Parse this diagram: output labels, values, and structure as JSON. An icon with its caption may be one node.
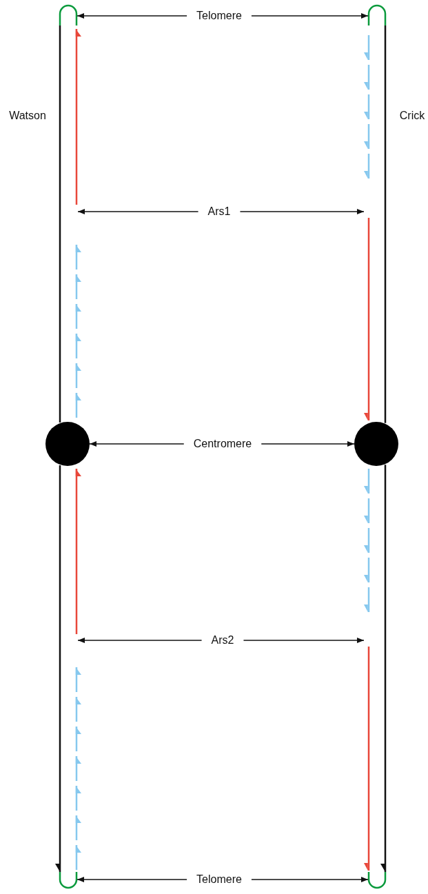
{
  "diagram": {
    "nodes": [
      {
        "text": [
          "Telomere"
        ]
      },
      {
        "text": [],
        "shape": "arc"
      },
      {
        "text": [],
        "shape": "arc"
      },
      {
        "text": [
          "Ars1"
        ]
      },
      {
        "text": [
          "Centromere"
        ]
      },
      {
        "text": [],
        "shape": "circle"
      },
      {
        "text": [],
        "shape": "circle"
      },
      {
        "text": [
          "Ars2"
        ]
      },
      {
        "text": [
          "Telomere"
        ]
      },
      {
        "text": [],
        "shape": "arc"
      },
      {
        "text": [],
        "shape": "arc"
      }
    ],
    "edges": [
      {
        "from": 0,
        "to": 1,
        "arrow": "to"
      },
      {
        "from": 0,
        "to": 2,
        "arrow": "to"
      },
      {
        "from": 3,
        "to": null,
        "arrow": "to"
      },
      {
        "from": 3,
        "to": null,
        "arrow": "to"
      },
      {
        "from": 4,
        "to": 5,
        "arrow": "to"
      },
      {
        "from": 4,
        "to": 6,
        "arrow": "to"
      },
      {
        "from": 7,
        "to": null,
        "arrow": "to"
      },
      {
        "from": 7,
        "to": null,
        "arrow": "to"
      },
      {
        "from": 8,
        "to": 9,
        "arrow": "to"
      },
      {
        "from": 8,
        "to": 10,
        "arrow": "to"
      },
      {
        "from": 1,
        "to": 5,
        "arrow": "none"
      },
      {
        "from": 5,
        "to": 9,
        "arrow": "to"
      },
      {
        "from": 2,
        "to": 6,
        "arrow": "none"
      },
      {
        "from": 6,
        "to": 10,
        "arrow": "to"
      }
    ],
    "labels": [
      "Watson",
      "Crick"
    ]
  }
}
